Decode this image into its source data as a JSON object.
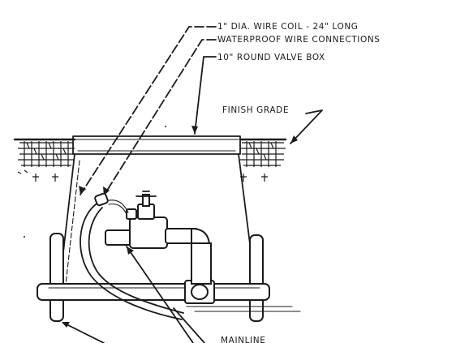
{
  "labels": {
    "wire_coil": "1\" DIA. WIRE COIL - 24\" LONG",
    "wire_connections": "WATERPROOF WIRE CONNECTIONS",
    "valve_box": "10\" ROUND VALVE BOX",
    "finish_grade": "FINISH GRADE",
    "mainline": "MAINLINE"
  }
}
